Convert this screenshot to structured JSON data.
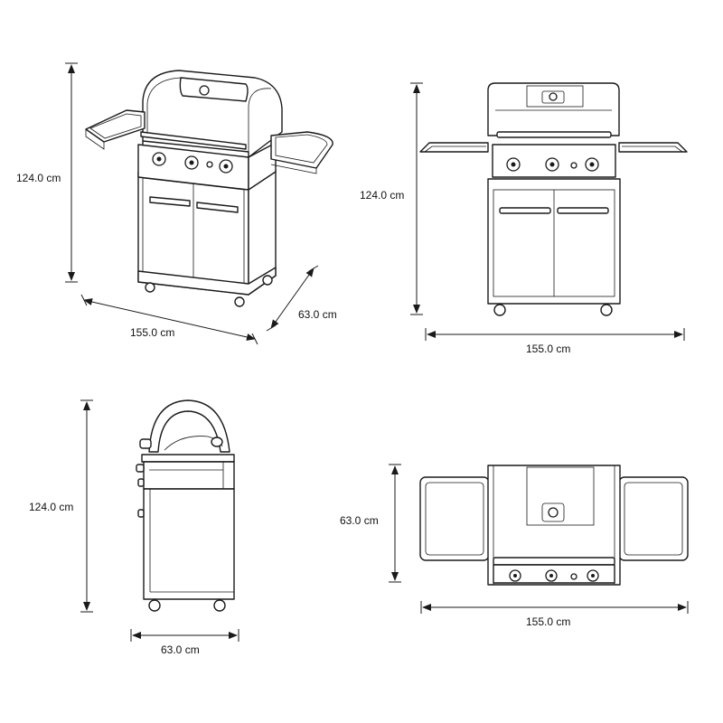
{
  "colors": {
    "line": "#1a1a1a",
    "background": "#ffffff"
  },
  "views": {
    "perspective": {
      "height_label": "124.0 cm",
      "width_label": "155.0 cm",
      "depth_label": "63.0 cm"
    },
    "front": {
      "height_label": "124.0 cm",
      "width_label": "155.0 cm"
    },
    "side": {
      "height_label": "124.0 cm",
      "depth_label": "63.0 cm"
    },
    "top": {
      "depth_label": "63.0 cm",
      "width_label": "155.0 cm"
    }
  }
}
